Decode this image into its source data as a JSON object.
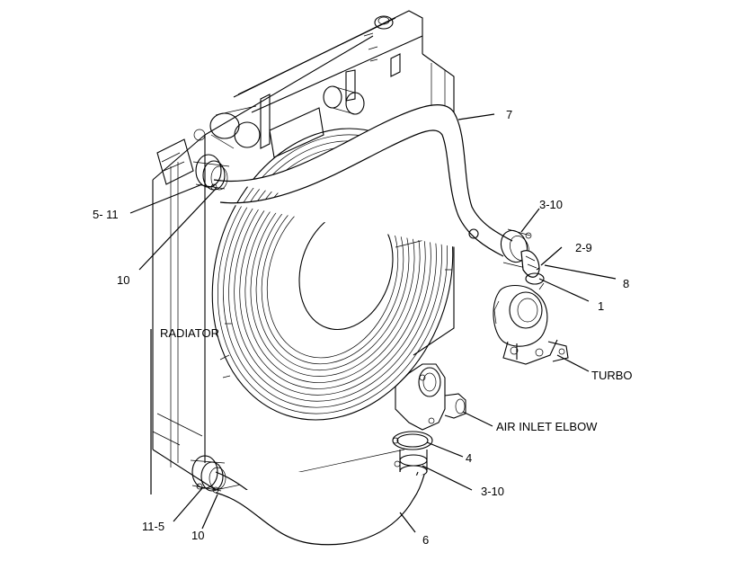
{
  "labels": {
    "part_7": "7",
    "part_3_10_top": "3-10",
    "part_2_9": "2-9",
    "part_8": "8",
    "part_1": "1",
    "part_5_11": "5- 11",
    "part_10_top": "10",
    "radiator": "RADIATOR",
    "turbo": "TURBO",
    "air_inlet_elbow": "AIR INLET ELBOW",
    "part_4": "4",
    "part_3_10_bottom": "3-10",
    "part_11_5": "11-5",
    "part_10_bottom": "10",
    "part_6": "6"
  },
  "colors": {
    "line": "#000000",
    "background": "#ffffff"
  }
}
